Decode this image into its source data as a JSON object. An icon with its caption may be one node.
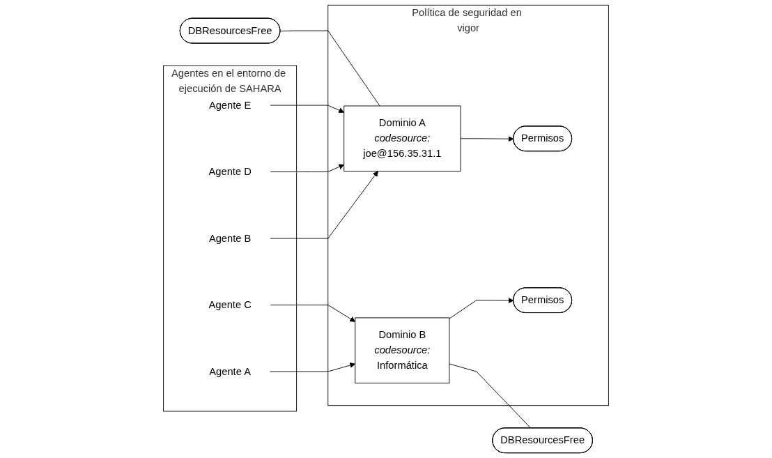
{
  "diagram": {
    "nodes": [
      {
        "text": [
          "DBResourcesFree"
        ]
      },
      {
        "text": [
          "Política de seguridad en vigor"
        ]
      },
      {
        "text": [
          "Dominio A",
          "codesource:",
          "joe@156.35.31.1"
        ],
        "in": 1
      },
      {
        "text": [
          "Permisos"
        ],
        "in": 1
      },
      {
        "text": [
          "Dominio B",
          "codesource:",
          "Informática"
        ],
        "in": 1
      },
      {
        "text": [
          "Permisos"
        ],
        "in": 1
      },
      {
        "text": [
          "DBResourcesFree"
        ]
      },
      {
        "text": [
          "Agentes en el entorno de ejecución de SAHARA"
        ]
      },
      {
        "text": [
          "Agente E"
        ],
        "in": 7
      },
      {
        "text": [
          "Agente D"
        ],
        "in": 7
      },
      {
        "text": [
          "Agente C"
        ],
        "in": 7
      },
      {
        "text": [
          "Agente B"
        ],
        "in": 7
      },
      {
        "text": [
          "Agente A"
        ],
        "in": 7
      }
    ],
    "edges": [
      {
        "from": 0,
        "to": 2,
        "arrow": "none"
      },
      {
        "from": 2,
        "to": 3,
        "arrow": "to"
      },
      {
        "from": 4,
        "to": 5,
        "arrow": "to"
      },
      {
        "from": 4,
        "to": 6,
        "arrow": "none"
      },
      {
        "from": 8,
        "to": 2,
        "arrow": "to"
      },
      {
        "from": 9,
        "to": 2,
        "arrow": "to"
      },
      {
        "from": 10,
        "to": 4,
        "arrow": "to"
      },
      {
        "from": 11,
        "to": 2,
        "arrow": "to"
      },
      {
        "from": 12,
        "to": 4,
        "arrow": "to"
      }
    ]
  }
}
